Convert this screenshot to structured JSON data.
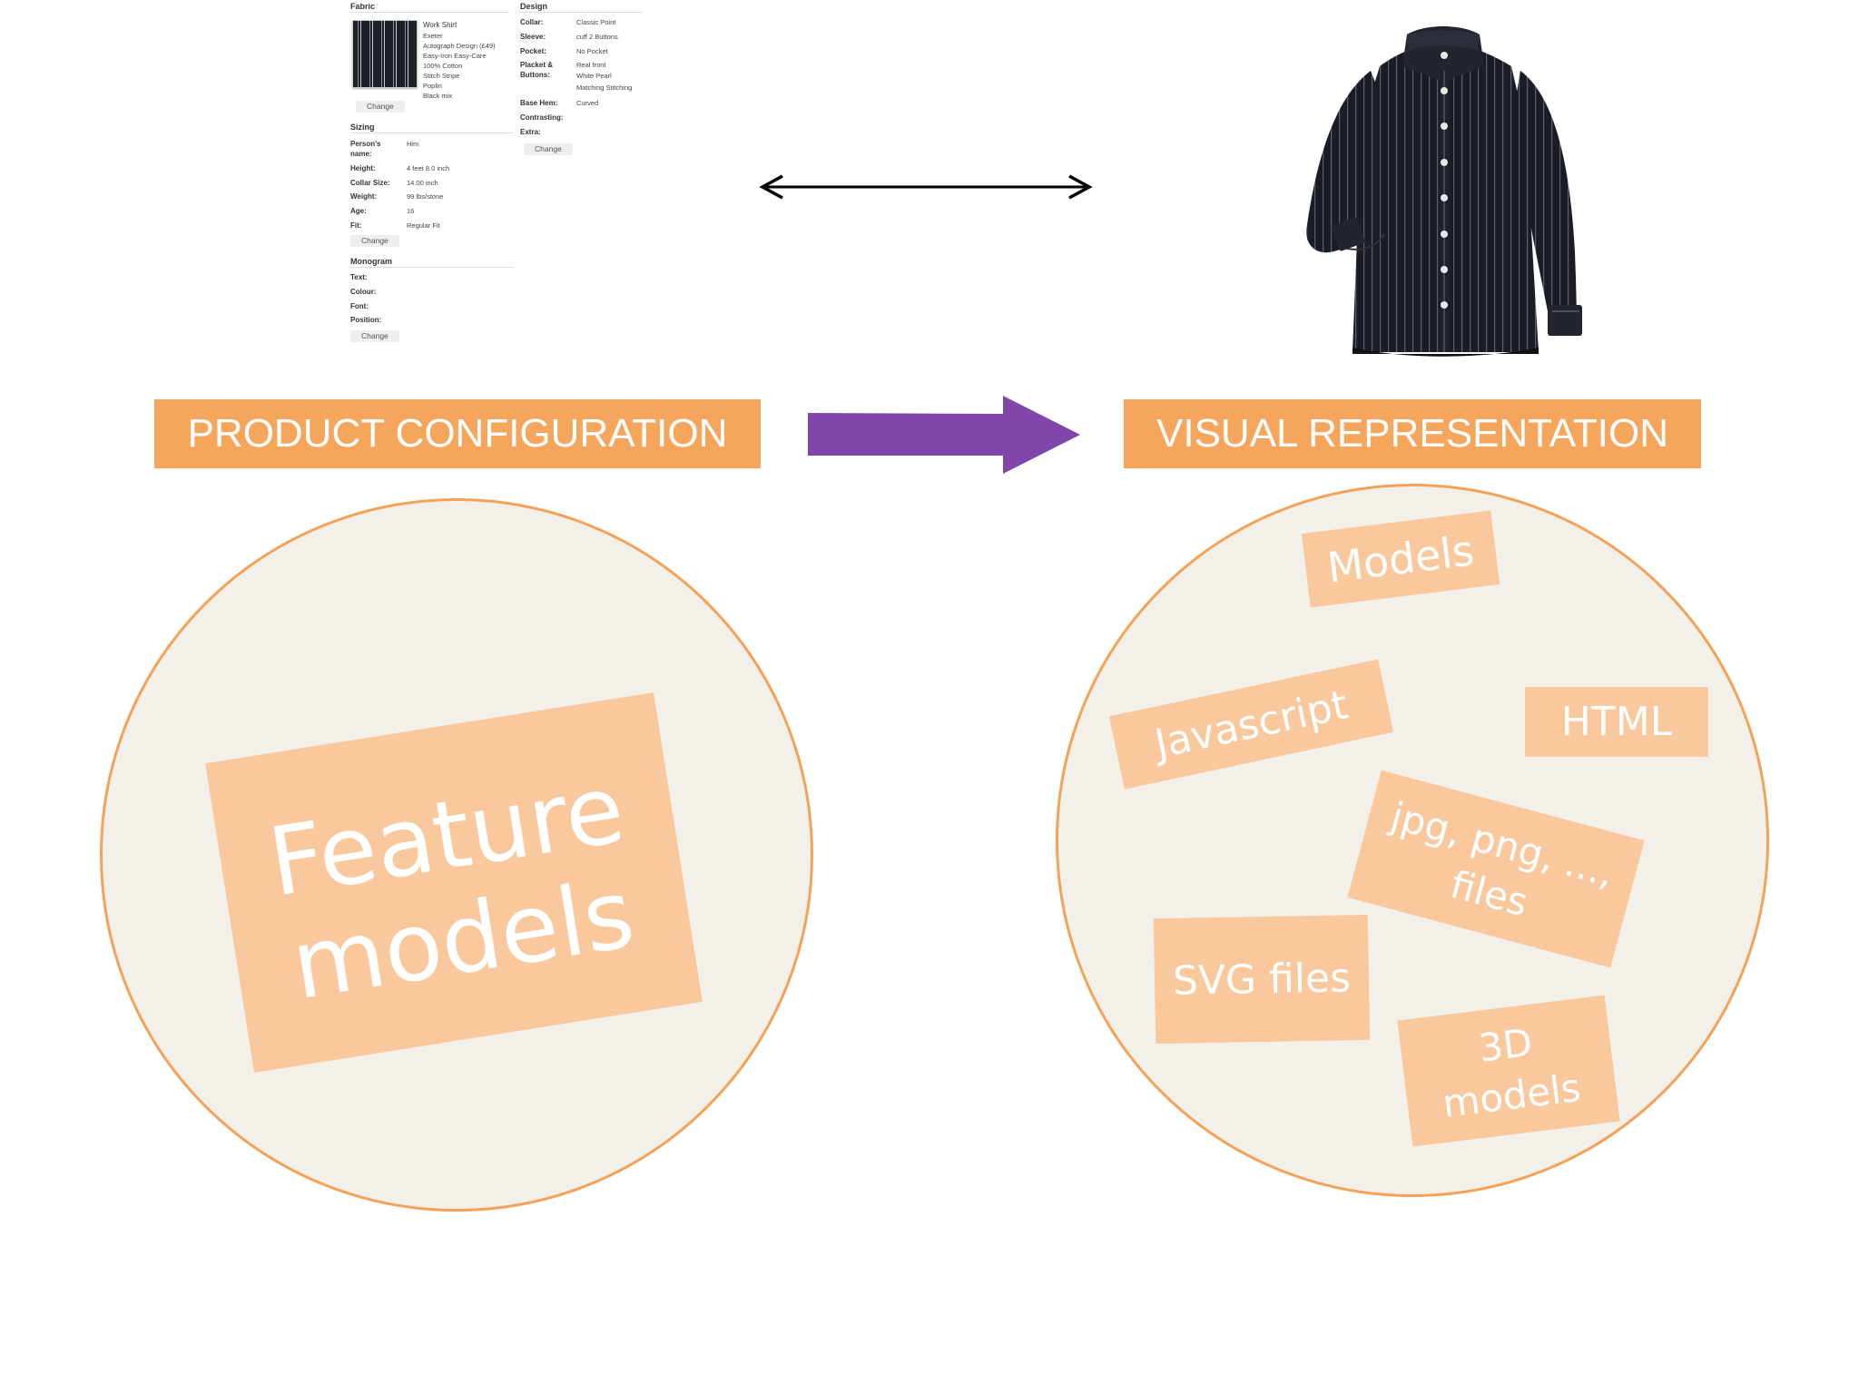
{
  "configurator": {
    "fabric": {
      "title": "Fabric",
      "name": "Work Shirt",
      "lines": [
        "Exeter",
        "Autograph Design (£49)",
        "Easy-Iron Easy-Care",
        "100% Cotton",
        "Stitch Stripe",
        "Poplin",
        "Black mix"
      ],
      "change": "Change"
    },
    "design": {
      "title": "Design",
      "rows": [
        {
          "label": "Collar:",
          "value": "Classic Point"
        },
        {
          "label": "Sleeve:",
          "value": "cuff 2 Buttons"
        },
        {
          "label": "Pocket:",
          "value": "No Pocket"
        },
        {
          "label": "Placket &",
          "value": "Real front"
        },
        {
          "label": "Buttons:",
          "value": "White Pearl"
        },
        {
          "label": "",
          "value": "Matching Stitching"
        },
        {
          "label": "Base Hem:",
          "value": "Curved"
        },
        {
          "label": "Contrasting:",
          "value": ""
        },
        {
          "label": "Extra:",
          "value": ""
        }
      ],
      "change": "Change"
    },
    "sizing": {
      "title": "Sizing",
      "rows": [
        {
          "label": "Person's",
          "value": "Him"
        },
        {
          "label": "name:",
          "value": ""
        },
        {
          "label": "Height:",
          "value": "4 feet 8.0 inch"
        },
        {
          "label": "Collar Size:",
          "value": "14.00 inch"
        },
        {
          "label": "Weight:",
          "value": "99 lbs/stone"
        },
        {
          "label": "Age:",
          "value": "16"
        },
        {
          "label": "Fit:",
          "value": "Regular Fit"
        }
      ],
      "change": "Change"
    },
    "monogram": {
      "title": "Monogram",
      "rows": [
        {
          "label": "Text:",
          "value": ""
        },
        {
          "label": "Colour:",
          "value": ""
        },
        {
          "label": "Font:",
          "value": ""
        },
        {
          "label": "Position:",
          "value": ""
        }
      ],
      "change": "Change"
    }
  },
  "labels": {
    "left": "PRODUCT CONFIGURATION",
    "right": "VISUAL REPRESENTATION"
  },
  "left_circle": {
    "tag": "Feature\nmodels"
  },
  "right_circle": {
    "tags": {
      "models": "Models",
      "javascript": "Javascript",
      "html": "HTML",
      "images": "jpg, png, ...,\nfiles",
      "svg": "SVG files",
      "threed": "3D\nmodels"
    }
  },
  "colors": {
    "banner": "#f5a55c",
    "circle_fill": "#f3f0e9",
    "circle_border": "#f3a257",
    "tag_fill": "#f9c89d",
    "big_arrow": "#8046ac",
    "shirt": "#1b1d26"
  },
  "icons": {
    "double_arrow": "double-headed-arrow-icon",
    "big_arrow": "right-arrow-icon",
    "shirt": "shirt-icon"
  }
}
